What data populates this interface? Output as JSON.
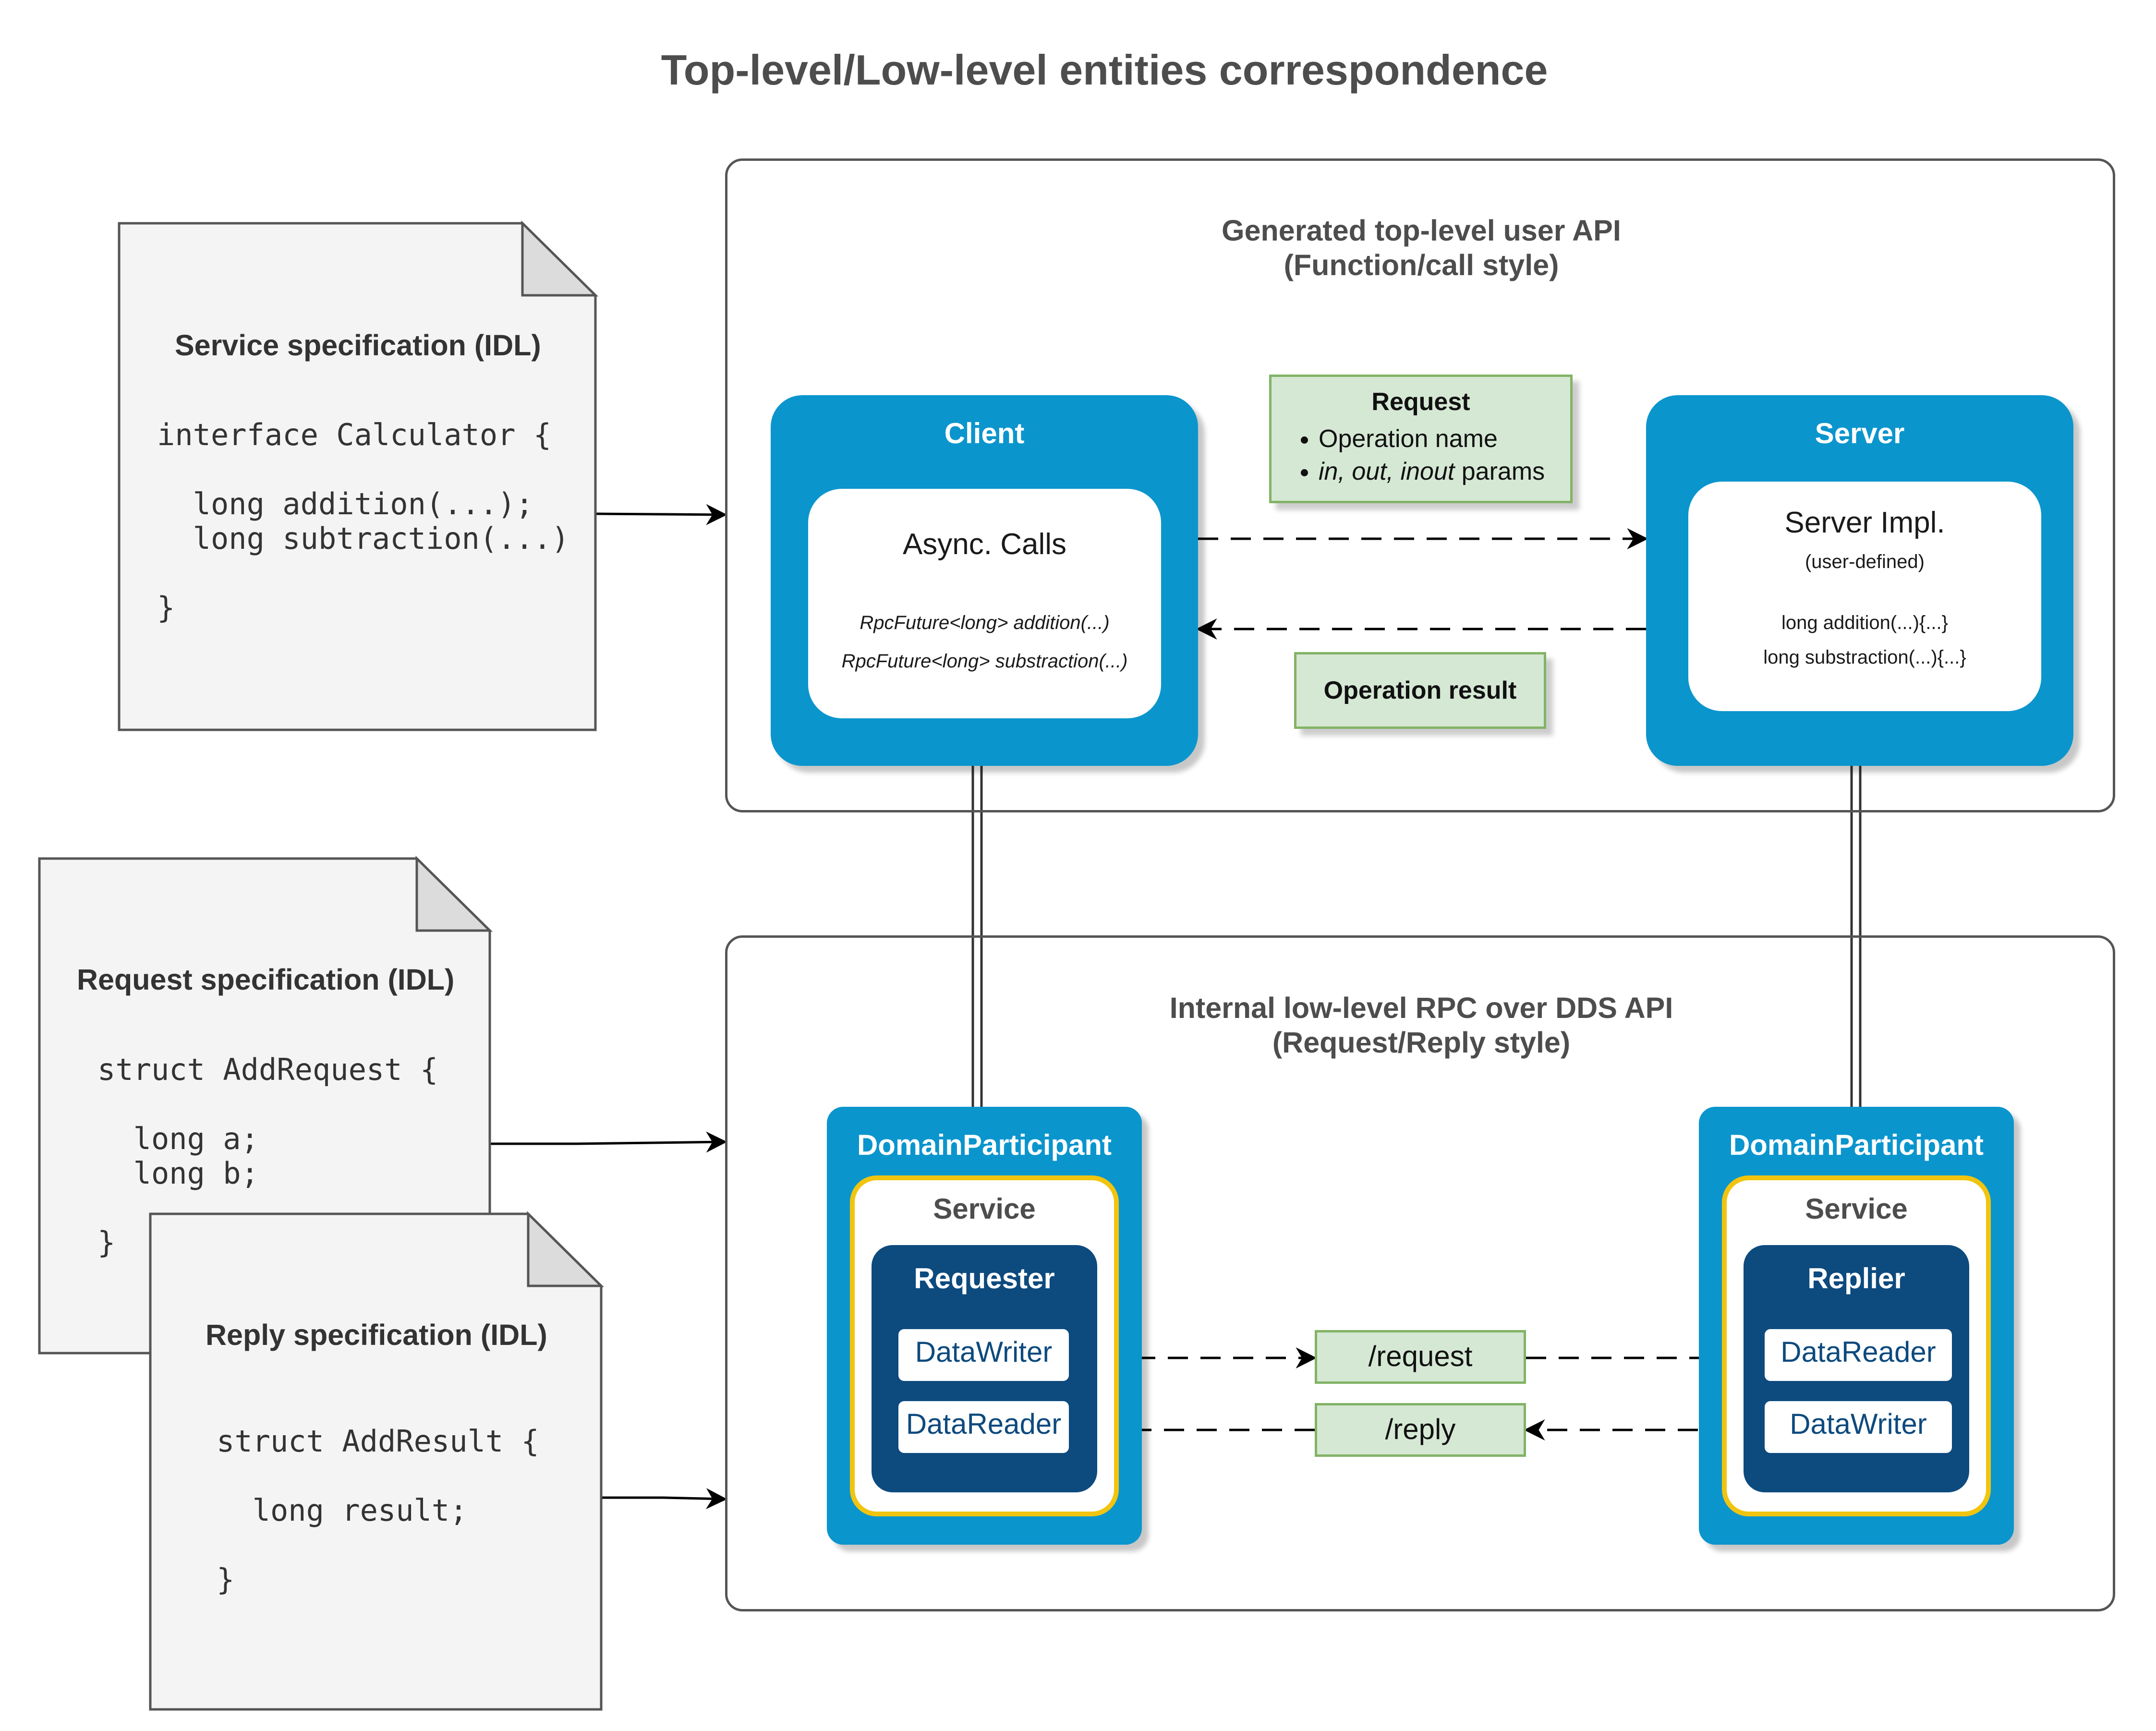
{
  "title": "Top-level/Low-level entities correspondence",
  "service_spec": {
    "title": "Service specification (IDL)",
    "code": "interface Calculator {\n\n  long addition(...);\n  long subtraction(...)\n\n}"
  },
  "request_spec": {
    "title": "Request specification (IDL)",
    "code": "struct AddRequest {\n\n  long a;\n  long b;\n\n}"
  },
  "reply_spec": {
    "title": "Reply specification (IDL)",
    "code": "struct AddResult {\n\n  long result;\n\n}"
  },
  "top_group": {
    "line1": "Generated top-level user API",
    "line2": "(Function/call style)"
  },
  "bottom_group": {
    "line1": "Internal low-level RPC over DDS API",
    "line2": "(Request/Reply style)"
  },
  "client": {
    "title": "Client",
    "card_title": "Async. Calls",
    "line1": "RpcFuture<long> addition(...)",
    "line2": "RpcFuture<long> substraction(...)"
  },
  "server": {
    "title": "Server",
    "card_title": "Server Impl.",
    "card_sub": "(user-defined)",
    "line1": "long addition(...){...}",
    "line2": "long substraction(...){...}"
  },
  "request_note": {
    "title": "Request",
    "bullet1": "Operation name",
    "bullet2_italic": "in, out, inout",
    "bullet2_rest": " params"
  },
  "result_note": {
    "title": "Operation result"
  },
  "left_participant": {
    "title": "DomainParticipant",
    "service": "Service",
    "entity": "Requester",
    "writer": "DataWriter",
    "reader": "DataReader"
  },
  "right_participant": {
    "title": "DomainParticipant",
    "service": "Service",
    "entity": "Replier",
    "reader": "DataReader",
    "writer": "DataWriter"
  },
  "topics": {
    "request": "/request",
    "reply": "/reply"
  },
  "colors": {
    "participant_blue": "#0b95cd",
    "entity_navy": "#0d4a7e",
    "service_border": "#f1c40f",
    "note_green": "#d5e8d4",
    "note_border": "#82b366",
    "document_fill": "#f4f4f4"
  }
}
